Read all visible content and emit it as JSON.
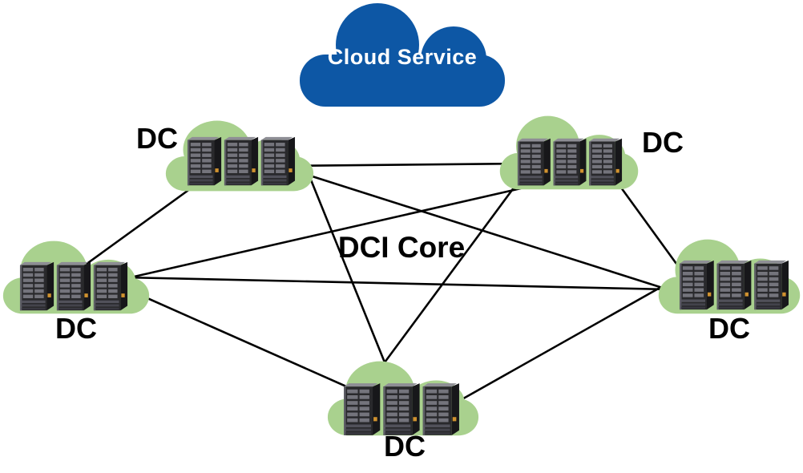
{
  "diagram": {
    "background": "#FFFFFF",
    "service_cloud": {
      "label": "Cloud Service",
      "fill": "#0D57A5",
      "text_color": "#FFFFFF"
    },
    "core_label": "DCI Core",
    "colors": {
      "dc_cloud_fill": "#A9D18E",
      "link_line": "#000000",
      "label_text": "#000000"
    },
    "nodes": [
      {
        "id": "dc-top-left",
        "label": "DC",
        "icon": "server-rack-icon"
      },
      {
        "id": "dc-top-right",
        "label": "DC",
        "icon": "server-rack-icon"
      },
      {
        "id": "dc-left",
        "label": "DC",
        "icon": "server-rack-icon"
      },
      {
        "id": "dc-right",
        "label": "DC",
        "icon": "server-rack-icon"
      },
      {
        "id": "dc-bottom",
        "label": "DC",
        "icon": "server-rack-icon"
      }
    ],
    "links": [
      {
        "from": "dc-top-left",
        "to": "dc-top-right"
      },
      {
        "from": "dc-top-left",
        "to": "dc-left"
      },
      {
        "from": "dc-top-left",
        "to": "dc-right"
      },
      {
        "from": "dc-top-left",
        "to": "dc-bottom"
      },
      {
        "from": "dc-top-right",
        "to": "dc-left"
      },
      {
        "from": "dc-top-right",
        "to": "dc-right"
      },
      {
        "from": "dc-top-right",
        "to": "dc-bottom"
      },
      {
        "from": "dc-left",
        "to": "dc-right"
      },
      {
        "from": "dc-left",
        "to": "dc-bottom"
      },
      {
        "from": "dc-right",
        "to": "dc-bottom"
      }
    ]
  }
}
